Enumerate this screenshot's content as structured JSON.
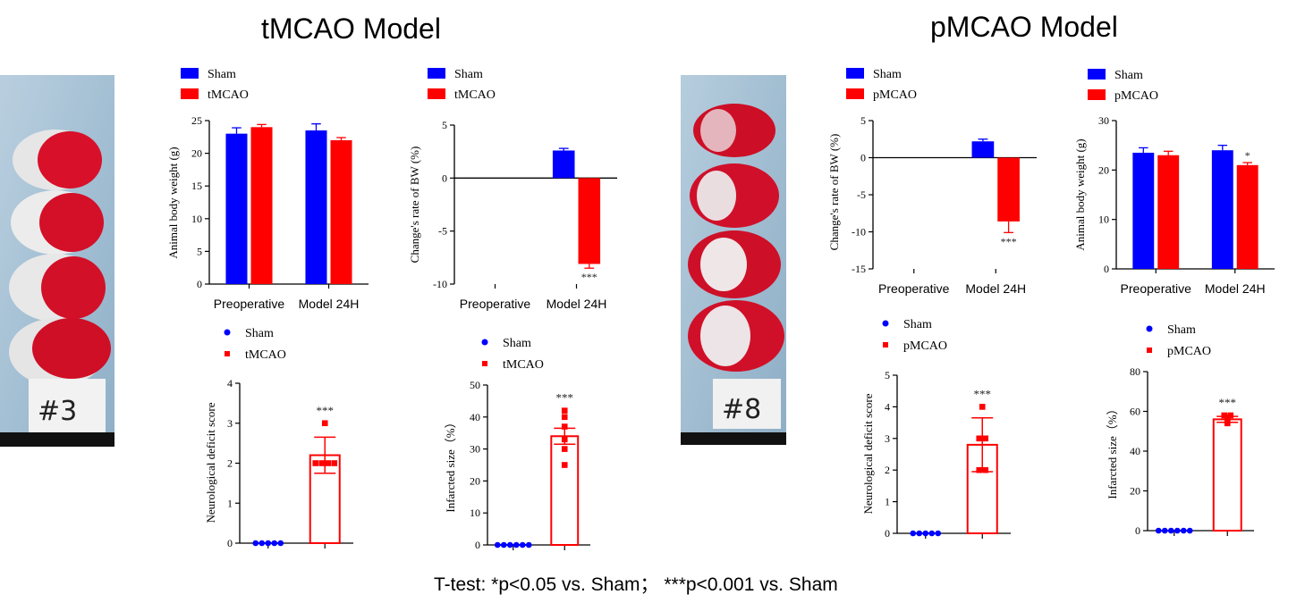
{
  "titles": {
    "left": "tMCAO Model",
    "right": "pMCAO Model"
  },
  "footer": "T-test: *p<0.05 vs. Sham；  ***p<0.001 vs. Sham",
  "photos": [
    {
      "label": "#3"
    },
    {
      "label": "#8"
    }
  ],
  "colors": {
    "sham": "#0000ff",
    "model": "#ff0000"
  },
  "chart_data": [
    {
      "id": "t_bw",
      "type": "bar",
      "ylabel": "Animal body weight (g)",
      "categories": [
        "Preoperative",
        "Model  24H"
      ],
      "ylim": [
        0,
        25
      ],
      "yticks": [
        0,
        5,
        10,
        15,
        20,
        25
      ],
      "legend": [
        "Sham",
        "tMCAO"
      ],
      "series": [
        {
          "name": "Sham",
          "values": [
            23.0,
            23.5
          ],
          "errors": [
            0.9,
            1.0
          ],
          "stars": [
            "",
            ""
          ]
        },
        {
          "name": "tMCAO",
          "values": [
            24.0,
            22.0
          ],
          "errors": [
            0.4,
            0.4
          ],
          "stars": [
            "",
            ""
          ]
        }
      ]
    },
    {
      "id": "t_change",
      "type": "bar",
      "ylabel": "Change's rate of BW (%)",
      "categories": [
        "Preoperative",
        "Model  24H"
      ],
      "ylim": [
        -10,
        5
      ],
      "yticks": [
        -10,
        -5,
        0,
        5
      ],
      "legend": [
        "Sham",
        "tMCAO"
      ],
      "series": [
        {
          "name": "Sham",
          "values": [
            null,
            2.6
          ],
          "errors": [
            0,
            0.2
          ],
          "stars": [
            "",
            ""
          ]
        },
        {
          "name": "tMCAO",
          "values": [
            null,
            -8.1
          ],
          "errors": [
            0,
            0.4
          ],
          "stars": [
            "",
            "***"
          ]
        }
      ]
    },
    {
      "id": "t_score",
      "type": "scatter",
      "ylabel": "Neurological deficit score",
      "categories": [
        "Sham",
        "tMCAO"
      ],
      "ylim": [
        0,
        4
      ],
      "yticks": [
        0,
        1,
        2,
        3,
        4
      ],
      "legend": [
        "Sham",
        "tMCAO"
      ],
      "groups": [
        {
          "name": "Sham",
          "mean": 0,
          "error": 0,
          "points": [
            0,
            0,
            0,
            0,
            0
          ],
          "stars": ""
        },
        {
          "name": "tMCAO",
          "mean": 2.2,
          "error": 0.45,
          "points": [
            2,
            2,
            2,
            2,
            3
          ],
          "stars": "***"
        }
      ]
    },
    {
      "id": "t_infarct",
      "type": "scatter",
      "ylabel": "Infarcted size（%）",
      "categories": [
        "Sham",
        "tMCAO"
      ],
      "ylim": [
        0,
        50
      ],
      "yticks": [
        0,
        10,
        20,
        30,
        40,
        50
      ],
      "legend": [
        "Sham",
        "tMCAO"
      ],
      "groups": [
        {
          "name": "Sham",
          "mean": 0,
          "error": 0,
          "points": [
            0,
            0,
            0,
            0,
            0,
            0
          ],
          "stars": ""
        },
        {
          "name": "tMCAO",
          "mean": 34,
          "error": 2.5,
          "points": [
            42,
            40,
            37,
            33,
            30,
            25
          ],
          "stars": "***"
        }
      ]
    },
    {
      "id": "p_change",
      "type": "bar",
      "ylabel": "Change's rate of BW (%)",
      "categories": [
        "Preoperative",
        "Model  24H"
      ],
      "ylim": [
        -15,
        5
      ],
      "yticks": [
        -15,
        -10,
        -5,
        0,
        5
      ],
      "legend": [
        "Sham",
        "pMCAO"
      ],
      "series": [
        {
          "name": "Sham",
          "values": [
            null,
            2.2
          ],
          "errors": [
            0,
            0.3
          ],
          "stars": [
            "",
            ""
          ]
        },
        {
          "name": "pMCAO",
          "values": [
            null,
            -8.6
          ],
          "errors": [
            0,
            1.5
          ],
          "stars": [
            "",
            "***"
          ]
        }
      ]
    },
    {
      "id": "p_bw",
      "type": "bar",
      "ylabel": "Animal body weight (g)",
      "categories": [
        "Preoperative",
        "Model  24H"
      ],
      "ylim": [
        0,
        30
      ],
      "yticks": [
        0,
        10,
        20,
        30
      ],
      "legend": [
        "Sham",
        "pMCAO"
      ],
      "series": [
        {
          "name": "Sham",
          "values": [
            23.5,
            24.0
          ],
          "errors": [
            1.0,
            1.0
          ],
          "stars": [
            "",
            ""
          ]
        },
        {
          "name": "pMCAO",
          "values": [
            23.0,
            21.0
          ],
          "errors": [
            0.8,
            0.5
          ],
          "stars": [
            "",
            "*"
          ]
        }
      ]
    },
    {
      "id": "p_score",
      "type": "scatter",
      "ylabel": "Neurological deficit score",
      "categories": [
        "Sham",
        "pMCAO"
      ],
      "ylim": [
        0,
        5
      ],
      "yticks": [
        0,
        1,
        2,
        3,
        4,
        5
      ],
      "legend": [
        "Sham",
        "pMCAO"
      ],
      "groups": [
        {
          "name": "Sham",
          "mean": 0,
          "error": 0,
          "points": [
            0,
            0,
            0,
            0,
            0
          ],
          "stars": ""
        },
        {
          "name": "pMCAO",
          "mean": 2.8,
          "error": 0.85,
          "points": [
            4,
            3,
            3,
            2,
            2
          ],
          "stars": "***"
        }
      ]
    },
    {
      "id": "p_infarct",
      "type": "scatter",
      "ylabel": "Infarcted size（%）",
      "categories": [
        "Sham",
        "pMCAO"
      ],
      "ylim": [
        0,
        80
      ],
      "yticks": [
        0,
        20,
        40,
        60,
        80
      ],
      "legend": [
        "Sham",
        "pMCAO"
      ],
      "groups": [
        {
          "name": "Sham",
          "mean": 0,
          "error": 0,
          "points": [
            0,
            0,
            0,
            0,
            0,
            0
          ],
          "stars": ""
        },
        {
          "name": "pMCAO",
          "mean": 56,
          "error": 1.5,
          "points": [
            58,
            58,
            57,
            56,
            55,
            54
          ],
          "stars": "***"
        }
      ]
    }
  ]
}
